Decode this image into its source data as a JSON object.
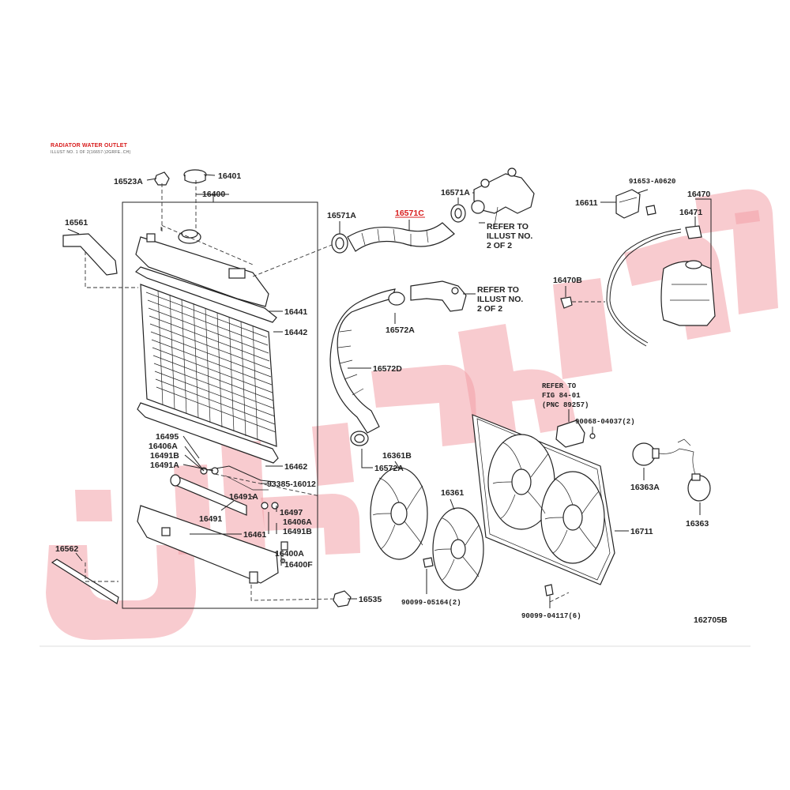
{
  "header": {
    "title": "RADIATOR WATER OUTLET",
    "subtitle": "ILLUST NO. 1 OF 2(16657-)2GRFE..CH)"
  },
  "colors": {
    "highlight": "#d81b1b",
    "watermark": "#f2a0a8",
    "line": "#222222"
  },
  "labels": {
    "p16523A": "16523A",
    "p16401": "16401",
    "p16400": "16400",
    "p16561": "16561",
    "p16441": "16441",
    "p16442": "16442",
    "p16495": "16495",
    "p16406A_1": "16406A",
    "p16491B_1": "16491B",
    "p16491A_1": "16491A",
    "p16462": "16462",
    "p93385": "93385-16012",
    "p16491A_2": "16491A",
    "p16491": "16491",
    "p16497": "16497",
    "p16406A_2": "16406A",
    "p16491B_2": "16491B",
    "p16461": "16461",
    "p16400A": "16400A",
    "p16400F": "16400F",
    "p16562": "16562",
    "p16535": "16535",
    "p16571A_1": "16571A",
    "p16571C": "16571C",
    "p16571A_2": "16571A",
    "ref1_l1": "REFER TO",
    "ref1_l2": "ILLUST NO.",
    "ref1_l3": "2 OF 2",
    "ref2_l1": "REFER TO",
    "ref2_l2": "ILLUST NO.",
    "ref2_l3": "2 OF 2",
    "p16572A_1": "16572A",
    "p16572D": "16572D",
    "p16572A_2": "16572A",
    "p16361B": "16361B",
    "p16361": "16361",
    "p90099_05164": "90099-05164(2)",
    "p91653": "91653-A0620",
    "p16611": "16611",
    "p16470": "16470",
    "p16471": "16471",
    "p16470B": "16470B",
    "ref3_l1": "REFER TO",
    "ref3_l2": "FIG 84-01",
    "ref3_l3": "(PNC 89257)",
    "p90068": "90068-04037(2)",
    "p16363A": "16363A",
    "p16363": "16363",
    "p16711": "16711",
    "p90099_04117": "90099-04117(6)",
    "figno": "162705B"
  }
}
